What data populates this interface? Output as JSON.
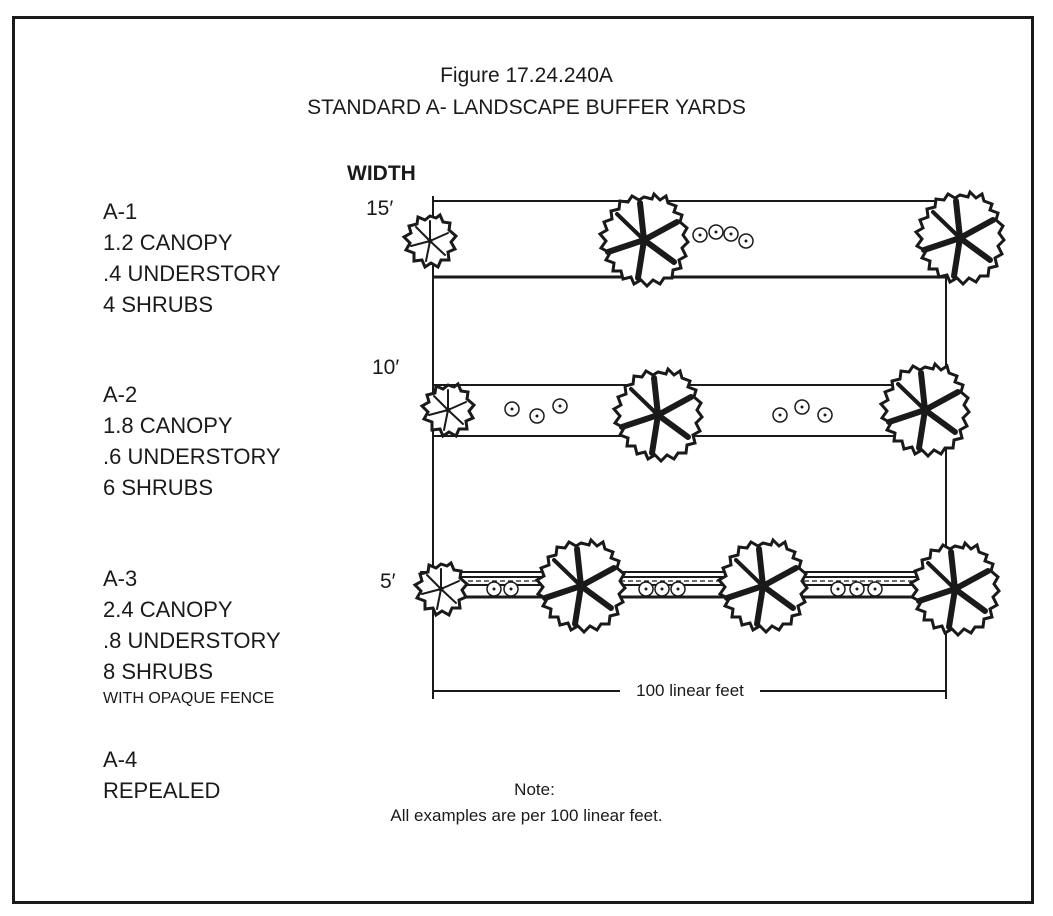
{
  "figure": {
    "number": "Figure 17.24.240A",
    "title": "STANDARD A- LANDSCAPE BUFFER YARDS"
  },
  "width_heading": "WIDTH",
  "buffers": [
    {
      "code": "A-1",
      "canopy": "1.2 CANOPY",
      "understory": ".4 UNDERSTORY",
      "shrubs": "4 SHRUBS",
      "width_label": "15′"
    },
    {
      "code": "A-2",
      "canopy": "1.8 CANOPY",
      "understory": ".6 UNDERSTORY",
      "shrubs": "6 SHRUBS",
      "width_label": "10′"
    },
    {
      "code": "A-3",
      "canopy": "2.4 CANOPY",
      "understory": ".8 UNDERSTORY",
      "shrubs": "8 SHRUBS",
      "extra": "WITH OPAQUE FENCE",
      "width_label": "5′"
    },
    {
      "code": "A-4",
      "status": "REPEALED"
    }
  ],
  "dimension_label": "100 linear feet",
  "note": {
    "heading": "Note:",
    "text": "All examples are per 100 linear feet."
  },
  "colors": {
    "ink": "#1a1a1a",
    "background": "#ffffff"
  }
}
